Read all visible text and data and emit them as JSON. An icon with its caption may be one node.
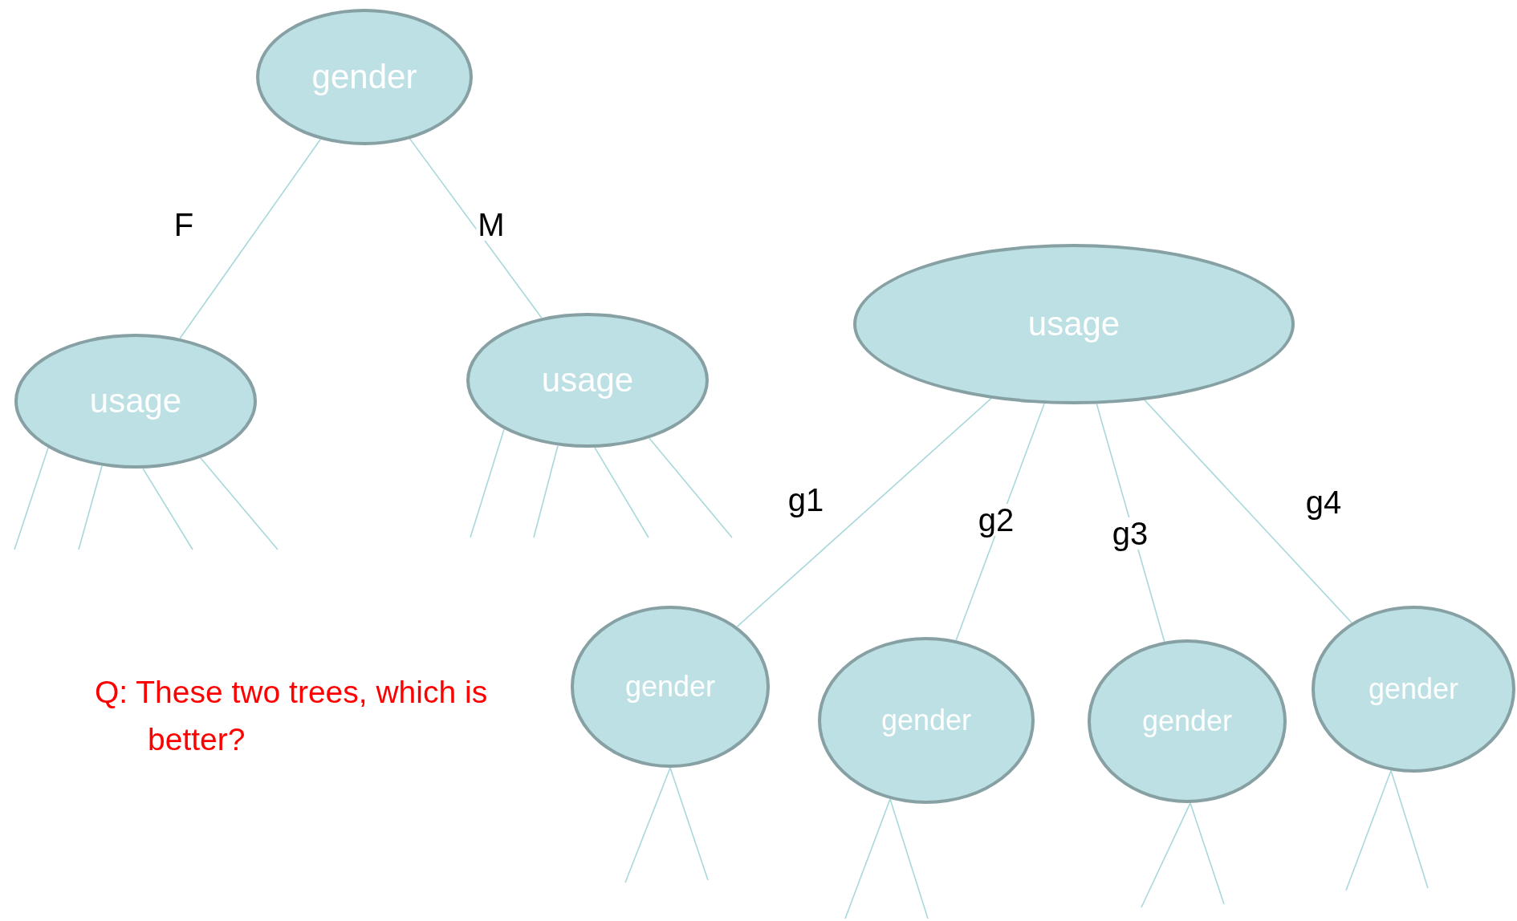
{
  "diagram": {
    "nodes": [
      {
        "text": [
          "gender"
        ]
      },
      {
        "text": [
          "usage"
        ]
      },
      {
        "text": [
          "usage"
        ]
      },
      {
        "text": [
          "usage"
        ]
      },
      {
        "text": [
          "gender"
        ]
      },
      {
        "text": [
          "gender"
        ]
      },
      {
        "text": [
          "gender"
        ]
      },
      {
        "text": [
          "gender"
        ]
      }
    ],
    "edges": [
      {
        "from": 0,
        "to": 1,
        "arrow": "none",
        "label": "F"
      },
      {
        "from": 0,
        "to": 2,
        "arrow": "none",
        "label": "M"
      },
      {
        "from": 3,
        "to": 4,
        "arrow": "none",
        "label": "g1"
      },
      {
        "from": 3,
        "to": 5,
        "arrow": "none",
        "label": "g2"
      },
      {
        "from": 3,
        "to": 6,
        "arrow": "none",
        "label": "g3"
      },
      {
        "from": 3,
        "to": 7,
        "arrow": "none",
        "label": "g4"
      },
      {
        "from": 1,
        "to": null,
        "arrow": "none"
      },
      {
        "from": 1,
        "to": null,
        "arrow": "none"
      },
      {
        "from": 1,
        "to": null,
        "arrow": "none"
      },
      {
        "from": 1,
        "to": null,
        "arrow": "none"
      },
      {
        "from": 2,
        "to": null,
        "arrow": "none"
      },
      {
        "from": 2,
        "to": null,
        "arrow": "none"
      },
      {
        "from": 2,
        "to": null,
        "arrow": "none"
      },
      {
        "from": 2,
        "to": null,
        "arrow": "none"
      },
      {
        "from": 4,
        "to": null,
        "arrow": "none"
      },
      {
        "from": 4,
        "to": null,
        "arrow": "none"
      },
      {
        "from": 5,
        "to": null,
        "arrow": "none"
      },
      {
        "from": 5,
        "to": null,
        "arrow": "none"
      },
      {
        "from": 6,
        "to": null,
        "arrow": "none"
      },
      {
        "from": 6,
        "to": null,
        "arrow": "none"
      },
      {
        "from": 7,
        "to": null,
        "arrow": "none"
      },
      {
        "from": 7,
        "to": null,
        "arrow": "none"
      }
    ],
    "labels": [
      "Q: These two trees, which is better?"
    ]
  }
}
